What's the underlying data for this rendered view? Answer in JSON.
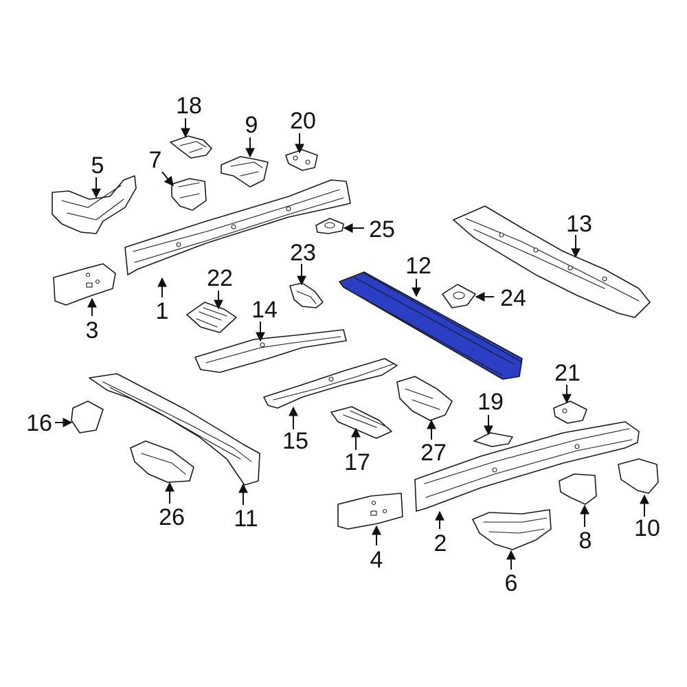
{
  "highlight_color": "#2a3fc4",
  "highlighted_part": "12",
  "callouts": {
    "p1": "1",
    "p2": "2",
    "p3": "3",
    "p4": "4",
    "p5": "5",
    "p6": "6",
    "p7": "7",
    "p8": "8",
    "p9": "9",
    "p10": "10",
    "p11": "11",
    "p12": "12",
    "p13": "13",
    "p14": "14",
    "p15": "15",
    "p16": "16",
    "p17": "17",
    "p18": "18",
    "p19": "19",
    "p20": "20",
    "p21": "21",
    "p22": "22",
    "p23": "23",
    "p24": "24",
    "p25": "25",
    "p26": "26",
    "p27": "27"
  }
}
